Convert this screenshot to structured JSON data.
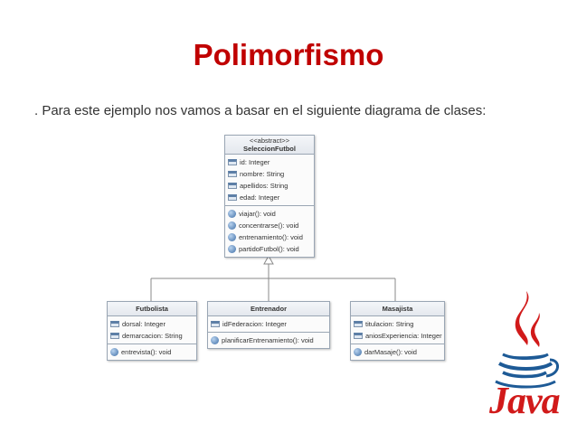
{
  "slide": {
    "title": "Polimorfismo",
    "intro": ". Para este ejemplo nos vamos a basar en el siguiente diagrama de clases:"
  },
  "diagram": {
    "superclass": {
      "stereotype": "<<abstract>>",
      "name": "SeleccionFutbol",
      "attributes": [
        "id: Integer",
        "nombre: String",
        "apellidos: String",
        "edad: Integer"
      ],
      "operations": [
        "viajar(): void",
        "concentrarse(): void",
        "entrenamiento(): void",
        "partidoFutbol(): void"
      ]
    },
    "subclasses": [
      {
        "name": "Futbolista",
        "attributes": [
          "dorsal: Integer",
          "demarcacion: String"
        ],
        "operations": [
          "entrevista(): void"
        ]
      },
      {
        "name": "Entrenador",
        "attributes": [
          "idFederacion: Integer"
        ],
        "operations": [
          "planificarEntrenamiento(): void"
        ]
      },
      {
        "name": "Masajista",
        "attributes": [
          "titulacion: String",
          "aniosExperiencia: Integer"
        ],
        "operations": [
          "darMasaje(): void"
        ]
      }
    ]
  },
  "logo": {
    "text": "Java",
    "color": "#d11a1a"
  }
}
